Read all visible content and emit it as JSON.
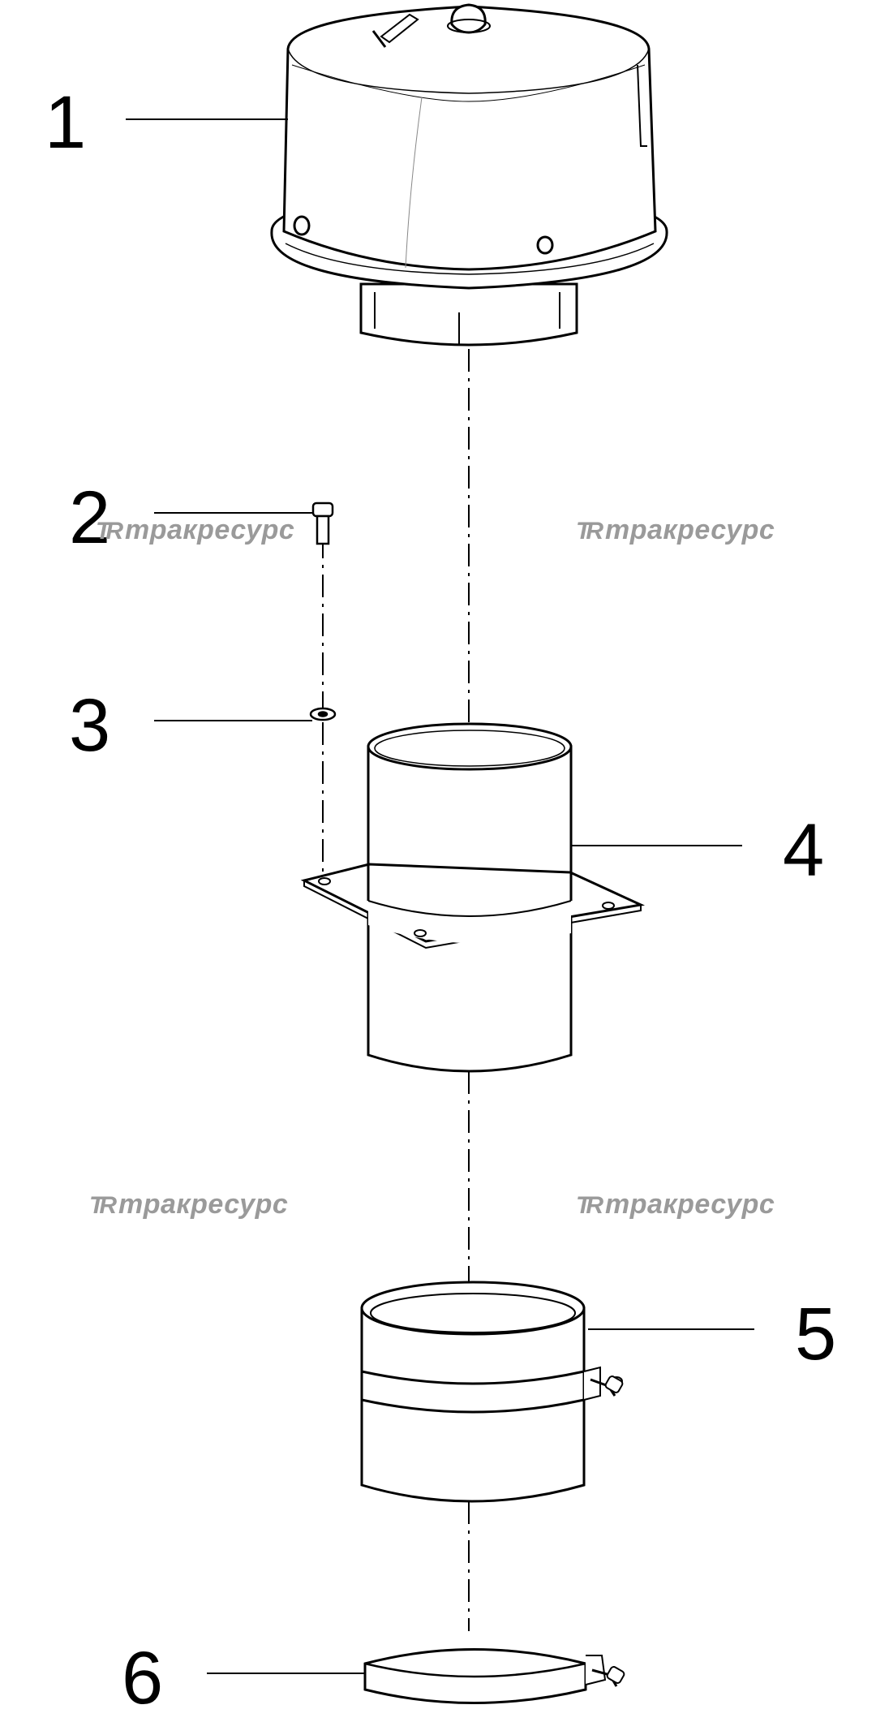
{
  "callouts": [
    "1",
    "2",
    "3",
    "4",
    "5",
    "6"
  ],
  "watermark": {
    "logo": "TR",
    "text": "тракресурс"
  },
  "colors": {
    "line": "#000000",
    "watermark": "#9a9a9a",
    "shade": "#e6e6e6"
  }
}
